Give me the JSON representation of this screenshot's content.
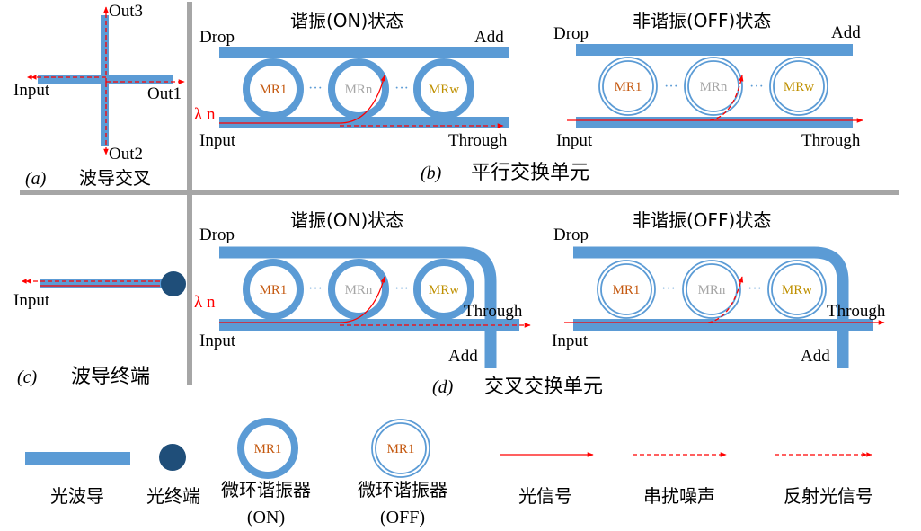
{
  "colors": {
    "waveguide": "#5b9bd5",
    "terminator": "#1f4e79",
    "signal": "#ff0000",
    "divider": "#a6a6a6",
    "mr1_text": "#c55a11",
    "mrn_text": "#a6a6a6",
    "mrw_text": "#bf9000"
  },
  "panel_a": {
    "label_out3": "Out3",
    "label_out1": "Out1",
    "label_out2": "Out2",
    "label_input": "Input",
    "caption_letter": "(a)",
    "caption_text": "波导交叉"
  },
  "panel_b": {
    "caption_letter": "(b)",
    "caption_text": "平行交换单元",
    "on": {
      "title": "谐振(ON)状态",
      "drop": "Drop",
      "add": "Add",
      "input": "Input",
      "through": "Through",
      "lambda": "λ n",
      "mr1": "MR1",
      "mrn": "MRn",
      "mrw": "MRw",
      "dots": "···"
    },
    "off": {
      "title": "非谐振(OFF)状态",
      "drop": "Drop",
      "add": "Add",
      "input": "Input",
      "through": "Through",
      "mr1": "MR1",
      "mrn": "MRn",
      "mrw": "MRw",
      "dots": "···"
    }
  },
  "panel_c": {
    "label_input": "Input",
    "caption_letter": "(c)",
    "caption_text": "波导终端"
  },
  "panel_d": {
    "caption_letter": "(d)",
    "caption_text": "交叉交换单元",
    "on": {
      "title": "谐振(ON)状态",
      "drop": "Drop",
      "add": "Add",
      "input": "Input",
      "through": "Through",
      "lambda": "λ n",
      "mr1": "MR1",
      "mrn": "MRn",
      "mrw": "MRw",
      "dots": "···"
    },
    "off": {
      "title": "非谐振(OFF)状态",
      "drop": "Drop",
      "add": "Add",
      "input": "Input",
      "through": "Through",
      "mr1": "MR1",
      "mrn": "MRn",
      "mrw": "MRw",
      "dots": "···"
    }
  },
  "legend": {
    "waveguide": "光波导",
    "terminator": "光终端",
    "mr_on_icon": "MR1",
    "mr_on_line1": "微环谐振器",
    "mr_on_line2": "(ON)",
    "mr_off_icon": "MR1",
    "mr_off_line1": "微环谐振器",
    "mr_off_line2": "(OFF)",
    "signal": "光信号",
    "crosstalk": "串扰噪声",
    "reflected": "反射光信号"
  }
}
